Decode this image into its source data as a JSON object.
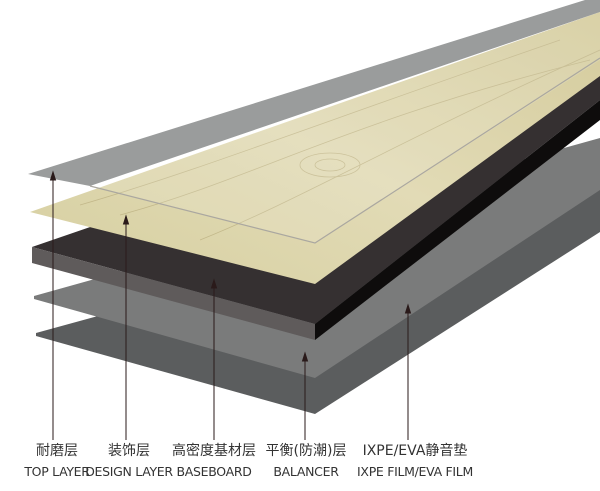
{
  "layers": [
    {
      "cn": "耐磨层",
      "en": "TOP LAYER",
      "color": "#9a9c9c"
    },
    {
      "cn": "装饰层",
      "en": "DESIGN LAYER",
      "color": "#d9d2a8"
    },
    {
      "cn": "高密度基材层",
      "en": "BASEBOARD",
      "color": "#353031"
    },
    {
      "cn": "平衡(防潮)层",
      "en": "BALANCER",
      "color": "#7a7b7b"
    },
    {
      "cn": "IXPE/EVA静音垫",
      "en": "IXPE FILM/EVA FILM",
      "color": "#5b5d5e"
    }
  ]
}
